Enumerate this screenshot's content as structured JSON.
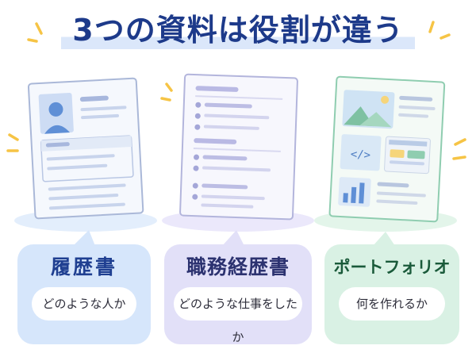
{
  "title": "3つの資料は役割が違う",
  "cards": [
    {
      "name": "履歴書",
      "desc": "どのような人か"
    },
    {
      "name": "職務経歴書",
      "desc": "どのような仕事をしたか"
    },
    {
      "name": "ポートフォリオ",
      "desc": "何を作れるか"
    }
  ],
  "icons": [
    "person-icon",
    "mountain-image-icon",
    "code-icon",
    "bar-chart-icon"
  ],
  "colors": {
    "title": "#1d3a8a",
    "resume_accent": "#d6e6fb",
    "work_history_accent": "#e2e0f8",
    "portfolio_accent": "#d9f1e4",
    "sparkle": "#f6c445"
  }
}
